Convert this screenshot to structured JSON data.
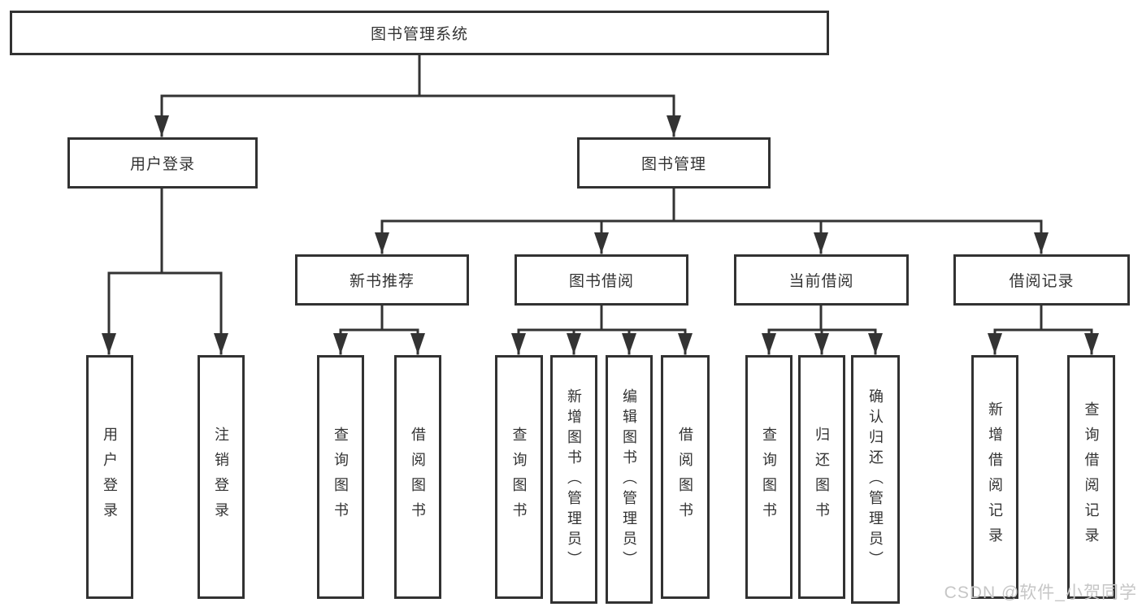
{
  "diagram": {
    "type": "hierarchy-tree",
    "colors": {
      "line": "#333333",
      "box_border": "#323232",
      "text": "#333333",
      "background": "#ffffff",
      "watermark": "#c6c6c6"
    },
    "tree": {
      "label": "图书管理系统",
      "children": [
        {
          "label": "用户登录",
          "children": [
            {
              "label": "用户登录"
            },
            {
              "label": "注销登录"
            }
          ]
        },
        {
          "label": "图书管理",
          "children": [
            {
              "label": "新书推荐",
              "children": [
                {
                  "label": "查询图书"
                },
                {
                  "label": "借阅图书"
                }
              ]
            },
            {
              "label": "图书借阅",
              "children": [
                {
                  "label": "查询图书"
                },
                {
                  "label": "新增图书（管理员）"
                },
                {
                  "label": "编辑图书（管理员）"
                },
                {
                  "label": "借阅图书"
                }
              ]
            },
            {
              "label": "当前借阅",
              "children": [
                {
                  "label": "查询图书"
                },
                {
                  "label": "归还图书"
                },
                {
                  "label": "确认归还（管理员）"
                }
              ]
            },
            {
              "label": "借阅记录",
              "children": [
                {
                  "label": "新增借阅记录"
                },
                {
                  "label": "查询借阅记录"
                }
              ]
            }
          ]
        }
      ]
    },
    "watermark": {
      "text": "CSDN @软件_小贺同学"
    }
  }
}
